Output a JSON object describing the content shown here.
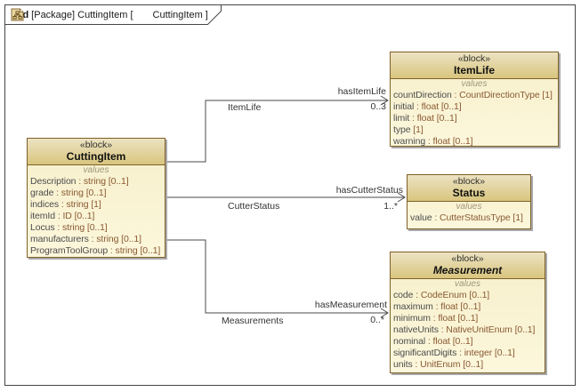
{
  "frame": {
    "diagram_kind": "bdd",
    "title_package": "[Package] CuttingItem [",
    "diagram_name": "CuttingItem",
    "title_close": "]"
  },
  "colors": {
    "frame_border": "#464646",
    "block_border": "#7e6029",
    "block_header_top": "#ece3c2",
    "block_header_bottom": "#d9c57e",
    "block_body": "#f9f3d2",
    "attribute_type_color": "#8a5a33",
    "association_line": "#4a4a4a"
  },
  "blocks": {
    "cutting_item": {
      "stereotype": "«block»",
      "name": "CuttingItem",
      "values_label": "values",
      "attributes": [
        {
          "name": "Description",
          "type": " : string [0..1]"
        },
        {
          "name": "grade",
          "type": " : string [0..1]"
        },
        {
          "name": "indices",
          "type": " : string [1]"
        },
        {
          "name": "itemId",
          "type": " : ID [0..1]"
        },
        {
          "name": "Locus",
          "type": " : string [0..1]"
        },
        {
          "name": "manufacturers",
          "type": " : string [0..1]"
        },
        {
          "name": "ProgramToolGroup",
          "type": " : string [0..1]"
        }
      ]
    },
    "item_life": {
      "stereotype": "«block»",
      "name": "ItemLife",
      "values_label": "values",
      "attributes": [
        {
          "name": "countDirection",
          "type": " : CountDirectionType [1]"
        },
        {
          "name": "initial",
          "type": " : float [0..1]"
        },
        {
          "name": "limit",
          "type": " : float [0..1]"
        },
        {
          "name": "type",
          "type": " [1]"
        },
        {
          "name": "warning",
          "type": " : float [0..1]"
        }
      ]
    },
    "status": {
      "stereotype": "«block»",
      "name": "Status",
      "values_label": "values",
      "attributes": [
        {
          "name": "value",
          "type": " : CutterStatusType [1]"
        }
      ]
    },
    "measurement": {
      "stereotype": "«block»",
      "name": "Measurement",
      "values_label": "values",
      "attributes": [
        {
          "name": "code",
          "type": " : CodeEnum [0..1]"
        },
        {
          "name": "maximum",
          "type": " : float [0..1]"
        },
        {
          "name": "minimum",
          "type": " : float [0..1]"
        },
        {
          "name": "nativeUnits",
          "type": " : NativeUnitEnum [0..1]"
        },
        {
          "name": "nominal",
          "type": " : float [0..1]"
        },
        {
          "name": "significantDigits",
          "type": " : integer [0..1]"
        },
        {
          "name": "units",
          "type": " : UnitEnum [0..1]"
        }
      ]
    }
  },
  "associations": {
    "item_life": {
      "name": "ItemLife",
      "role": "hasItemLife",
      "multiplicity": "0..3"
    },
    "cutter_status": {
      "name": "CutterStatus",
      "role": "hasCutterStatus",
      "multiplicity": "1..*"
    },
    "measurement": {
      "name": "Measurements",
      "role": "hasMeasurement",
      "multiplicity": "0..*"
    }
  }
}
